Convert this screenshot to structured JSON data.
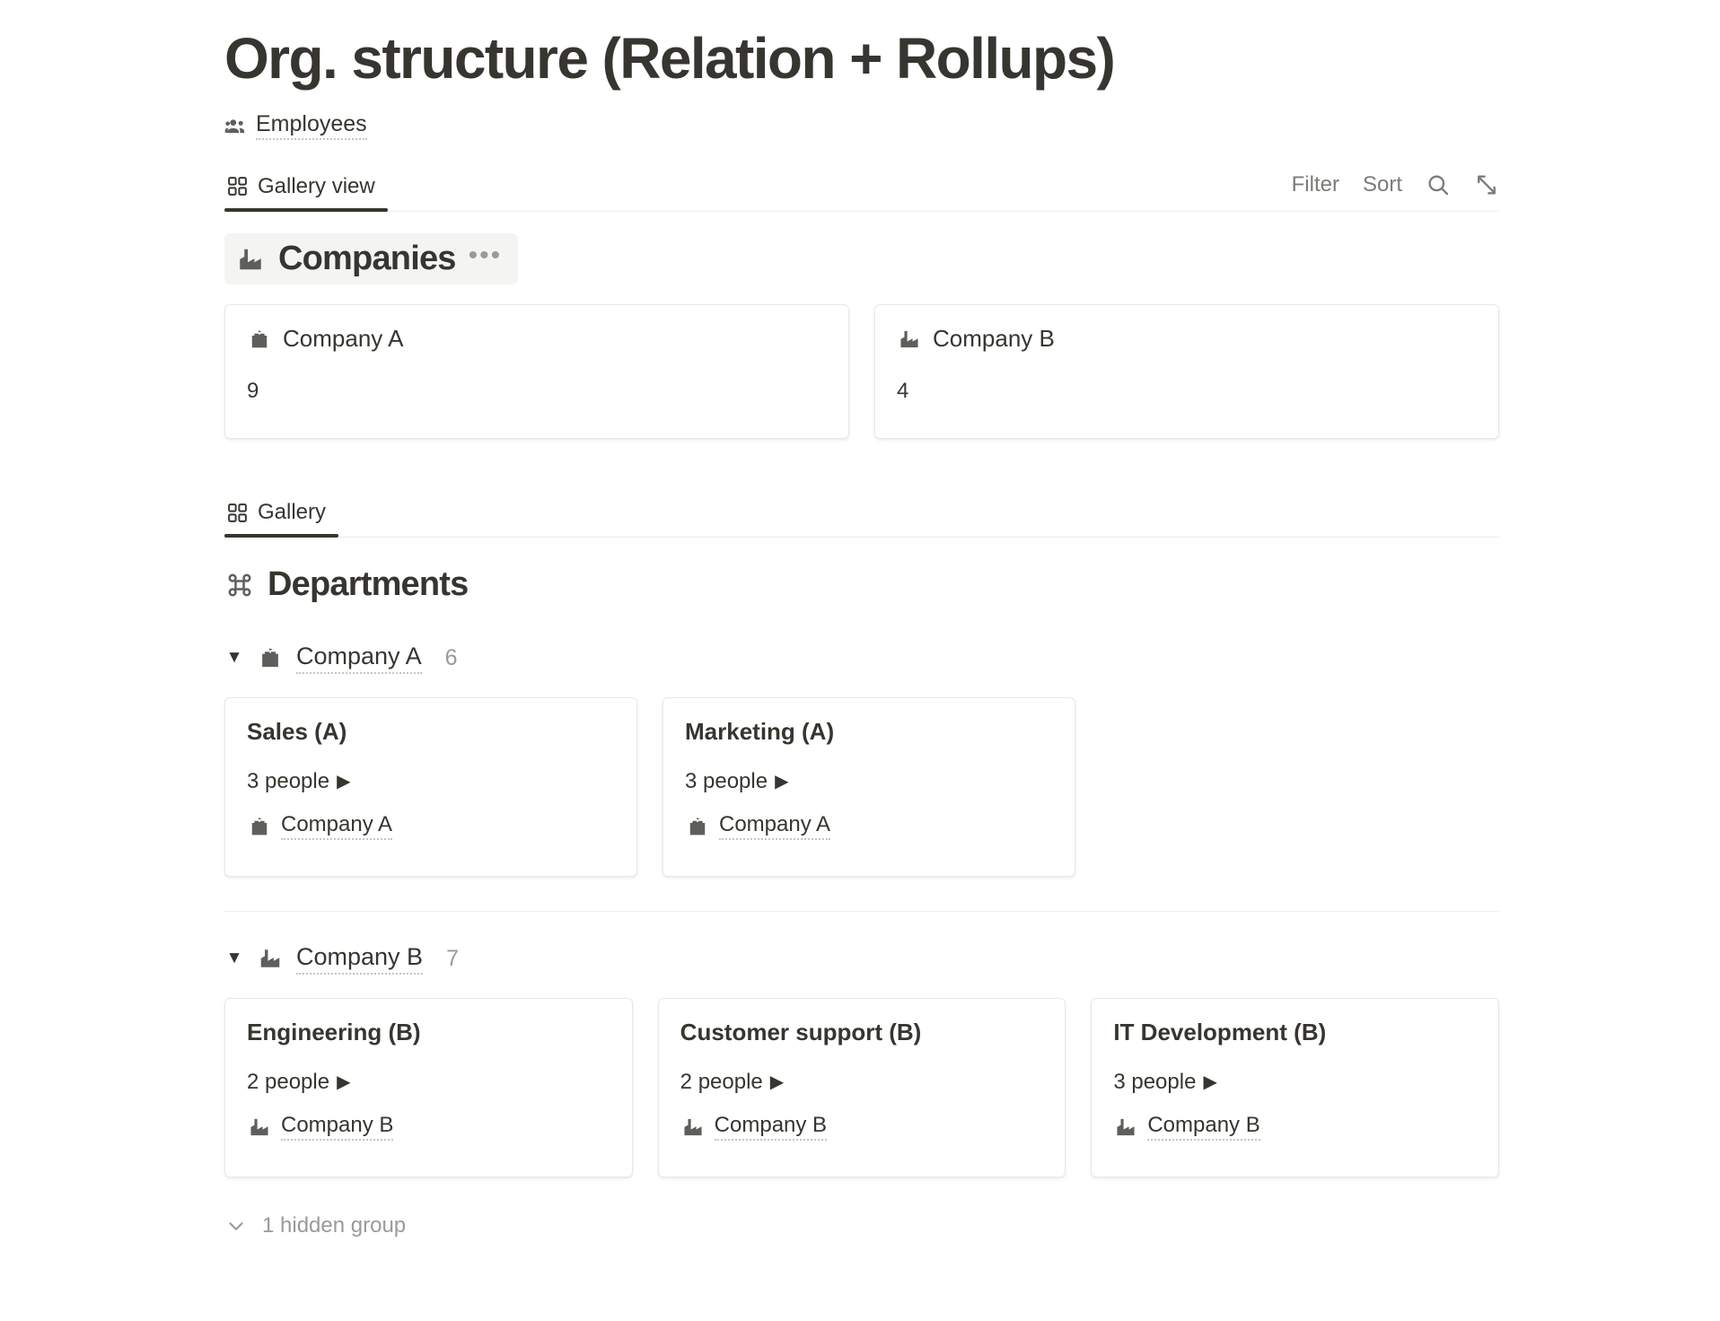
{
  "header": {
    "title": "Org. structure (Relation + Rollups)",
    "source_label": "Employees",
    "source_icon": "people-group-icon"
  },
  "viewbar": {
    "tab_label": "Gallery view",
    "tab_icon": "gallery-grid-icon",
    "filter_label": "Filter",
    "sort_label": "Sort",
    "search_icon": "search-icon",
    "expand_icon": "expand-diagonal-icon"
  },
  "companies_section": {
    "heading": "Companies",
    "heading_icon": "factory-icon",
    "menu_icon": "ellipsis-icon",
    "cards": [
      {
        "name": "Company A",
        "icon": "school-building-icon",
        "count": "9"
      },
      {
        "name": "Company B",
        "icon": "factory-icon",
        "count": "4"
      }
    ]
  },
  "departments_section": {
    "tab_label": "Gallery",
    "tab_icon": "gallery-grid-icon",
    "heading": "Departments",
    "heading_icon": "command-place-icon",
    "groups": [
      {
        "caret": "▼",
        "name": "Company A",
        "icon": "school-building-icon",
        "count": "6",
        "cards": [
          {
            "title": "Sales (A)",
            "people": "3 people",
            "people_caret": "▶",
            "relation": "Company A",
            "relation_icon": "school-building-icon"
          },
          {
            "title": "Marketing (A)",
            "people": "3 people",
            "people_caret": "▶",
            "relation": "Company A",
            "relation_icon": "school-building-icon"
          }
        ]
      },
      {
        "caret": "▼",
        "name": "Company B",
        "icon": "factory-icon",
        "count": "7",
        "cards": [
          {
            "title": "Engineering (B)",
            "people": "2 people",
            "people_caret": "▶",
            "relation": "Company B",
            "relation_icon": "factory-icon"
          },
          {
            "title": "Customer support (B)",
            "people": "2 people",
            "people_caret": "▶",
            "relation": "Company B",
            "relation_icon": "factory-icon"
          },
          {
            "title": "IT Development (B)",
            "people": "3 people",
            "people_caret": "▶",
            "relation": "Company B",
            "relation_icon": "factory-icon"
          }
        ]
      }
    ],
    "hidden_group_label": "1 hidden group",
    "hidden_group_icon": "chevron-down-icon"
  },
  "colors": {
    "text": "#37352f",
    "muted": "#9b9a97",
    "border": "#eae9e8",
    "highlight_bg": "#f4f4f3"
  }
}
